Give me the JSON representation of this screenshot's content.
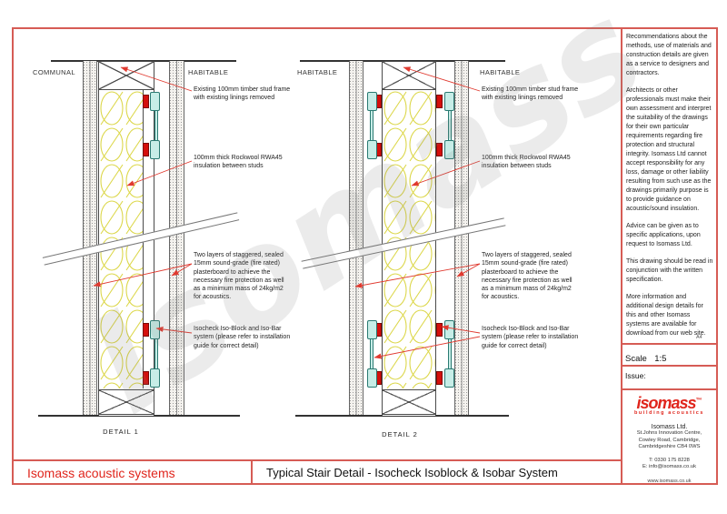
{
  "drawing": {
    "watermark": "Isomass",
    "details": [
      {
        "caption": "DETAIL 1",
        "left_zone": "COMMUNAL",
        "right_zone": "HABITABLE"
      },
      {
        "caption": "DETAIL 2",
        "left_zone": "HABITABLE",
        "right_zone": "HABITABLE"
      }
    ],
    "annotations": {
      "stud_frame": "Existing 100mm timber stud frame\nwith existing linings removed",
      "insulation": "100mm thick Rockwool RWA45\ninsulation between studs",
      "plasterboard": "Two layers of staggered, sealed\n15mm sound-grade (fire rated)\nplasterboard to achieve the\nnecessary fire protection as well\nas a minimum mass of 24kg/m2\nfor acoustics.",
      "isobar": "Isocheck Iso-Block and Iso-Bar\nsystem (please refer to installation\nguide for correct detail)"
    }
  },
  "notes": {
    "paragraphs": [
      "Recommendations about the methods, use of materials and construction details are given as a service to designers and contractors.",
      "Architects or other professionals must make their own assessment and interpret the suitability of the drawings for their own particular requirements regarding fire protection and structural integrity. Isomass Ltd cannot accept responsibility for any loss, damage or other liability resulting from such use as the drawings primarily purpose is to provide guidance on acoustic/sound insulation.",
      "Advice can be given as to specific applications, upon request to Isomass Ltd.",
      "This drawing should be read in conjunction with the written specification.",
      "More information and additional design details for this and other Isomass systems are available for download from our web site."
    ]
  },
  "title_block": {
    "paper_size": "A4",
    "scale_label": "Scale",
    "scale_value": "1:5",
    "issue_label": "Issue:"
  },
  "brand": {
    "logo_text": "isomass",
    "trademark": "™",
    "tagline": "building acoustics",
    "company_name": "Isomass Ltd.",
    "address_lines": [
      "St.Johns Innovation Centre,",
      "Cowley Road, Cambridge,",
      "Cambridgeshire CB4 0WS"
    ],
    "phone": "T: 0330 175 8228",
    "email": "E: info@isomass.co.uk",
    "website": "www.isomass.co.uk"
  },
  "footer": {
    "project": "Isomass acoustic systems",
    "drawing_title": "Typical Stair Detail - Isocheck Isoblock & Isobar System"
  },
  "colors": {
    "frame_red": "#d65c55",
    "leader_red": "#e03a30",
    "isoblock_red": "#d40f0c",
    "isobar_cyan": "#c7ede7",
    "isobar_outline": "#2a7a72",
    "insulation_yellow": "#dcd74a",
    "logo_red": "#e0251c"
  }
}
